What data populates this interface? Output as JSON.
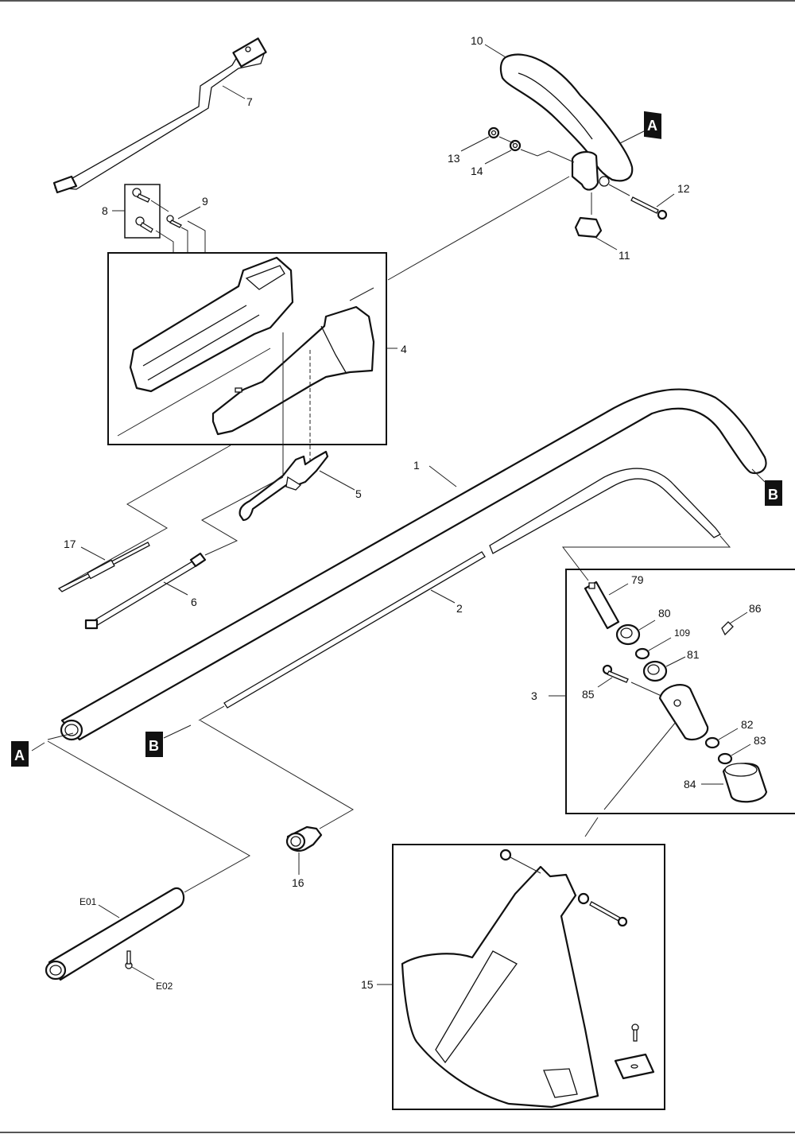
{
  "diagram": {
    "type": "exploded-parts-diagram",
    "callouts": {
      "p1": "1",
      "p2": "2",
      "p3": "3",
      "p4": "4",
      "p5": "5",
      "p6": "6",
      "p7": "7",
      "p8": "8",
      "p9": "9",
      "p10": "10",
      "p11": "11",
      "p12": "12",
      "p13": "13",
      "p14": "14",
      "p15": "15",
      "p16": "16",
      "p17": "17",
      "p79": "79",
      "p80": "80",
      "p81": "81",
      "p82": "82",
      "p83": "83",
      "p84": "84",
      "p85": "85",
      "p86": "86",
      "p109": "109",
      "e01": "E01",
      "e02": "E02"
    },
    "reference_markers": {
      "a_top": "A",
      "a_bottom": "A",
      "b_right": "B",
      "b_left": "B"
    },
    "colors": {
      "line": "#111111",
      "marker_bg": "#111111",
      "marker_text": "#ffffff",
      "background": "#ffffff"
    }
  }
}
